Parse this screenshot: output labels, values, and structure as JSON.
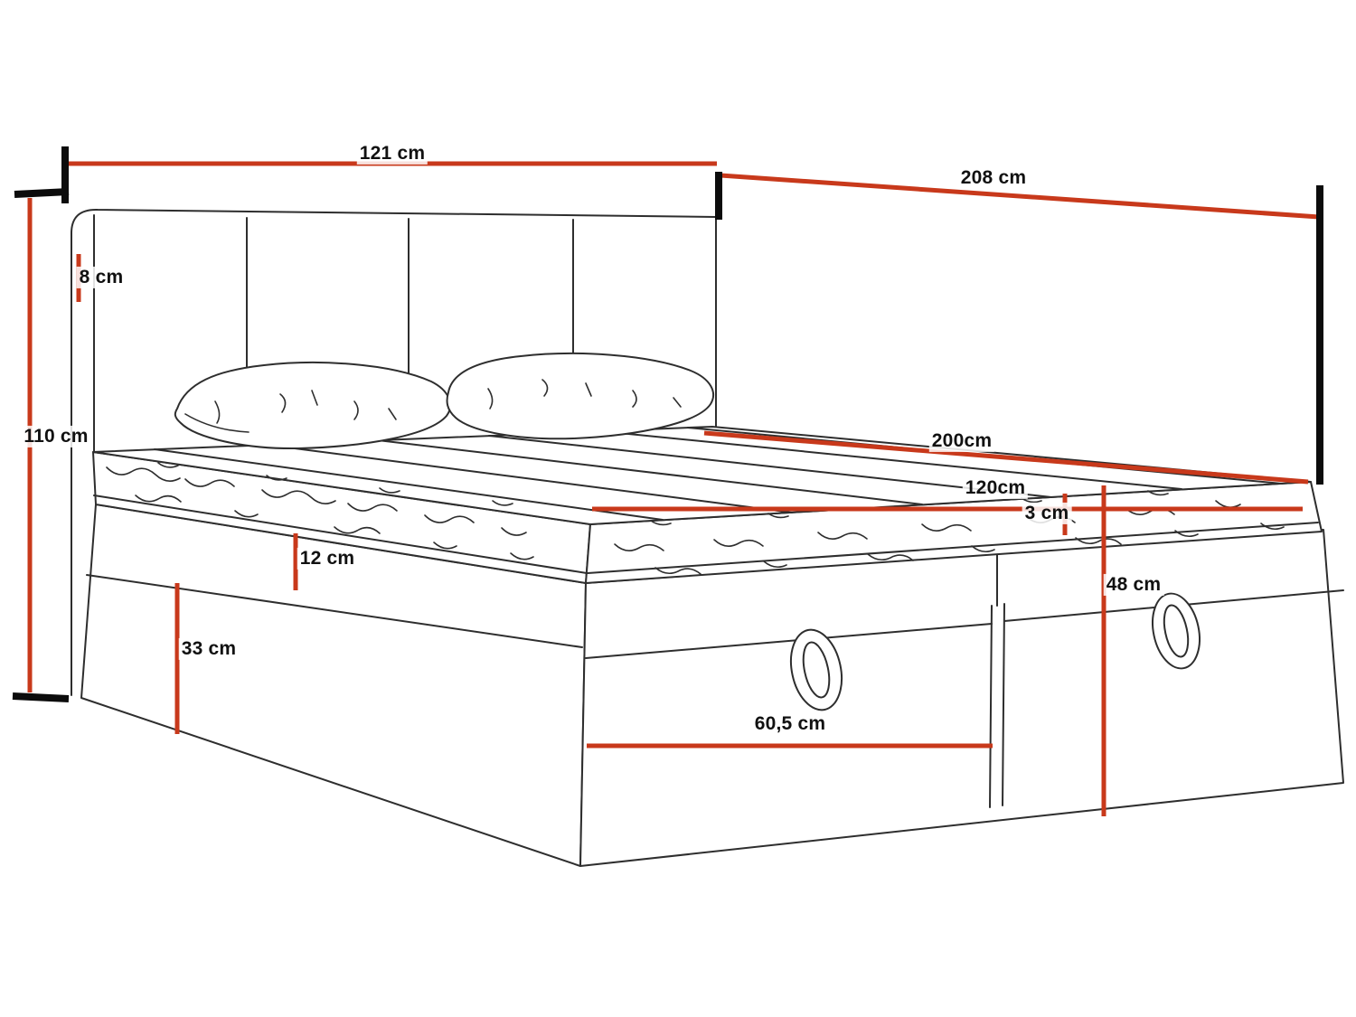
{
  "diagram": {
    "subject": "Upholstered bed with panelled headboard, mattress and two storage drawers — dimension drawing",
    "units": "cm",
    "colors": {
      "background": "#ffffff",
      "line_art": "#2e2e2e",
      "dimension_line": "#c8391b",
      "tick": "#0c0c0c",
      "label_text": "#111111"
    }
  },
  "dimensions": {
    "headboard_width": {
      "label": "121 cm"
    },
    "bed_length_overall": {
      "label": "208 cm"
    },
    "headboard_side_thickness": {
      "label": "8 cm"
    },
    "headboard_height": {
      "label": "110 cm"
    },
    "mattress_length": {
      "label": "200cm"
    },
    "mattress_width": {
      "label": "120cm"
    },
    "topper_height": {
      "label": "3 cm"
    },
    "mattress_side_height": {
      "label": "12 cm"
    },
    "base_height": {
      "label": "48 cm"
    },
    "drawer_height": {
      "label": "33 cm"
    },
    "drawer_width": {
      "label": "60,5 cm"
    }
  }
}
